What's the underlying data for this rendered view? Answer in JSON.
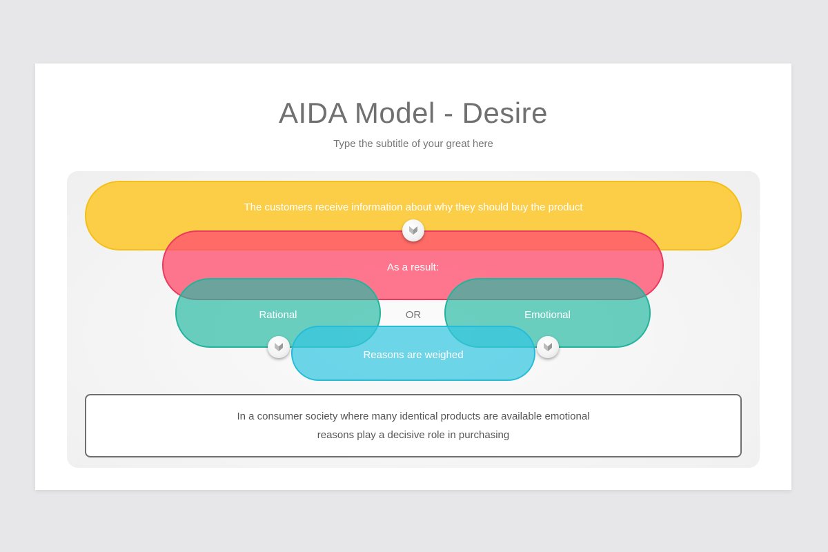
{
  "slide": {
    "title": "AIDA Model - Desire",
    "subtitle": "Type the subtitle of your great here"
  },
  "diagram": {
    "top_pill": "The customers receive information about why they should buy the product",
    "result_pill": "As a result:",
    "rational_pill": "Rational",
    "or_label": "OR",
    "emotional_pill": "Emotional",
    "weighed_pill": "Reasons are weighed",
    "colors": {
      "yellow": "#fdc830",
      "red": "#ff5070",
      "teal": "#26baa3",
      "blue": "#35c6e0"
    },
    "icons": [
      "chevron-down-icon",
      "chevron-down-icon",
      "chevron-down-icon"
    ]
  },
  "note": {
    "line1": "In a consumer society where many identical products are available emotional",
    "line2": "reasons play a decisive role in purchasing"
  }
}
